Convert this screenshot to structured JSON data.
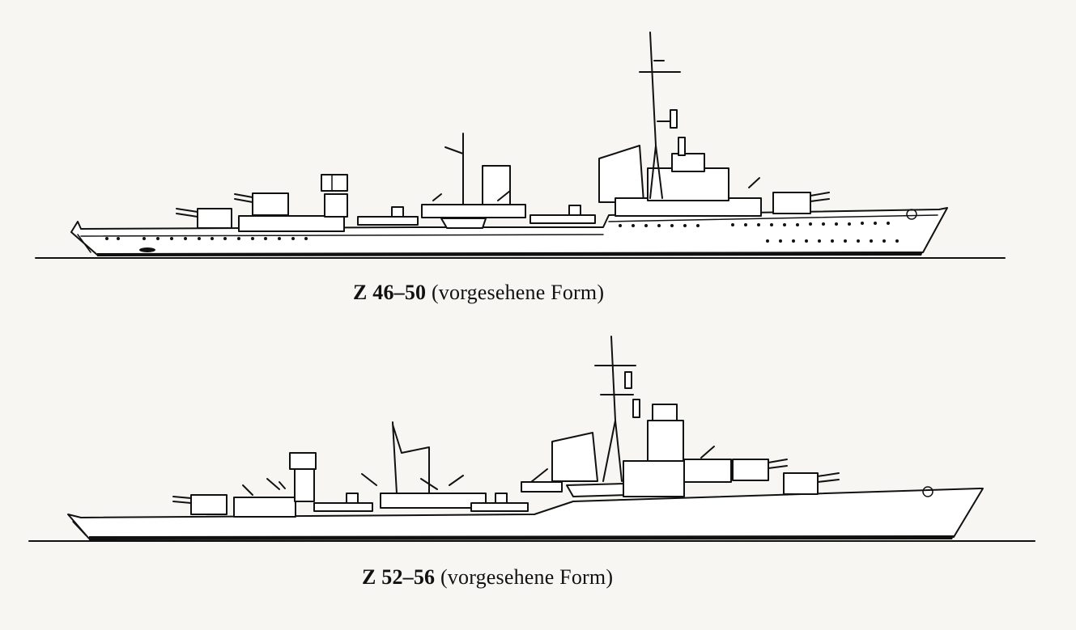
{
  "ships": [
    {
      "designation": "Z 46–50",
      "note": "(vorgesehene Form)"
    },
    {
      "designation": "Z 52–56",
      "note": "(vorgesehene Form)"
    }
  ]
}
